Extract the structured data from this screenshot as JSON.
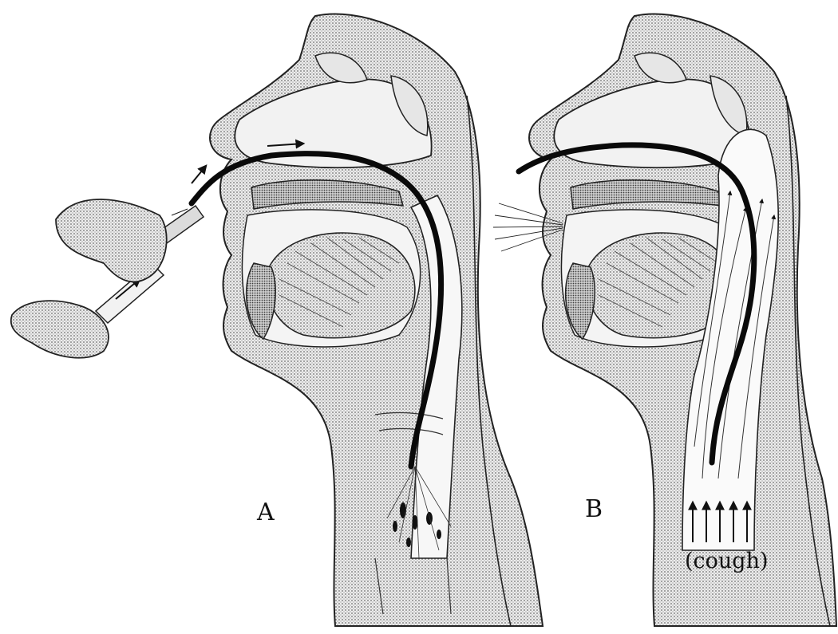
{
  "panels": {
    "a": {
      "label": "A"
    },
    "b": {
      "label": "B",
      "annotation": "(cough)"
    }
  },
  "colors": {
    "stipple": "#9a9a9a",
    "ink": "#111111",
    "catheter": "#0a0a0a",
    "paper": "#ffffff"
  }
}
